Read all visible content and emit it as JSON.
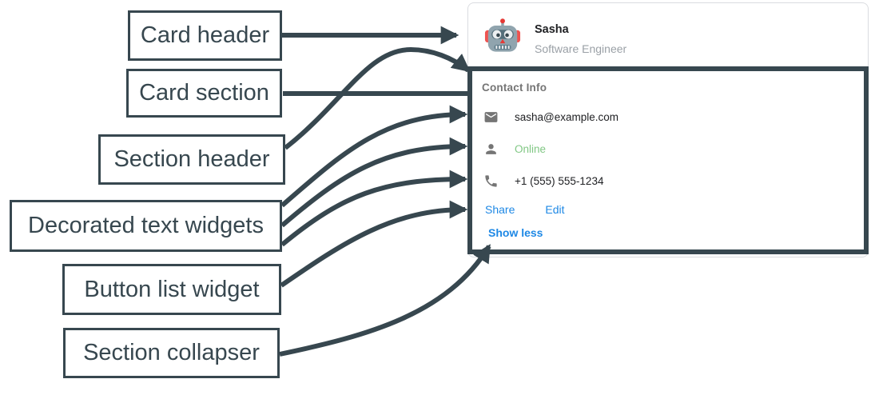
{
  "colors": {
    "annotation": "#37474f",
    "card_border": "#dadce0",
    "name_text": "#202124",
    "subtitle_text": "#9aa0a6",
    "section_title": "#757575",
    "body_text": "#202124",
    "online_green": "#81c784",
    "link_blue": "#1e88e5",
    "icon_gray": "#757575"
  },
  "labels": [
    {
      "id": "card-header",
      "text": "Card header"
    },
    {
      "id": "card-section",
      "text": "Card section"
    },
    {
      "id": "section-header",
      "text": "Section header"
    },
    {
      "id": "decorated-text-widgets",
      "text": "Decorated text widgets"
    },
    {
      "id": "button-list-widget",
      "text": "Button list widget"
    },
    {
      "id": "section-collapser",
      "text": "Section collapser"
    }
  ],
  "card": {
    "header": {
      "avatar_icon": "robot-avatar-icon",
      "name": "Sasha",
      "role": "Software Engineer"
    },
    "section": {
      "title": "Contact Info",
      "rows": [
        {
          "icon": "mail-icon",
          "text": "sasha@example.com"
        },
        {
          "icon": "person-icon",
          "text": "Online"
        },
        {
          "icon": "phone-icon",
          "text": "+1 (555) 555-1234"
        }
      ],
      "buttons": [
        {
          "label": "Share"
        },
        {
          "label": "Edit"
        }
      ],
      "collapser_label": "Show less"
    }
  }
}
